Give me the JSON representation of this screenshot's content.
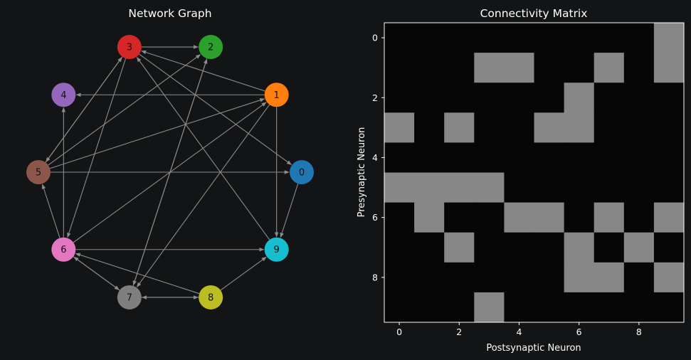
{
  "chart_data": [
    {
      "type": "network",
      "title": "Network Graph",
      "layout": "circular",
      "node_labels": [
        "0",
        "1",
        "2",
        "3",
        "4",
        "5",
        "6",
        "7",
        "8",
        "9"
      ],
      "node_colors": [
        "#1f77b4",
        "#ff7f0e",
        "#2ca02c",
        "#d62728",
        "#9467bd",
        "#8c564b",
        "#e377c2",
        "#7f7f7f",
        "#bcbd22",
        "#17becf"
      ],
      "edge_color": "#8c8c8c",
      "edges": [
        [
          0,
          9
        ],
        [
          1,
          3
        ],
        [
          1,
          4
        ],
        [
          1,
          7
        ],
        [
          1,
          9
        ],
        [
          2,
          7
        ],
        [
          3,
          0
        ],
        [
          3,
          2
        ],
        [
          3,
          5
        ],
        [
          3,
          6
        ],
        [
          5,
          0
        ],
        [
          5,
          1
        ],
        [
          5,
          2
        ],
        [
          5,
          3
        ],
        [
          6,
          1
        ],
        [
          6,
          4
        ],
        [
          6,
          5
        ],
        [
          6,
          7
        ],
        [
          6,
          9
        ],
        [
          7,
          2
        ],
        [
          7,
          6
        ],
        [
          7,
          8
        ],
        [
          8,
          6
        ],
        [
          8,
          7
        ],
        [
          8,
          9
        ],
        [
          9,
          3
        ]
      ]
    },
    {
      "type": "heatmap",
      "title": "Connectivity Matrix",
      "xlabel": "Postsynaptic Neuron",
      "ylabel": "Presynaptic Neuron",
      "xticks": [
        "0",
        "2",
        "4",
        "6",
        "8"
      ],
      "yticks": [
        "0",
        "2",
        "4",
        "6",
        "8"
      ],
      "colors": {
        "0": "#060606",
        "1": "#878787"
      },
      "matrix": [
        [
          0,
          0,
          0,
          0,
          0,
          0,
          0,
          0,
          0,
          1
        ],
        [
          0,
          0,
          0,
          1,
          1,
          0,
          0,
          1,
          0,
          1
        ],
        [
          0,
          0,
          0,
          0,
          0,
          0,
          1,
          0,
          0,
          0
        ],
        [
          1,
          0,
          1,
          0,
          0,
          1,
          1,
          0,
          0,
          0
        ],
        [
          0,
          0,
          0,
          0,
          0,
          0,
          0,
          0,
          0,
          0
        ],
        [
          1,
          1,
          1,
          1,
          0,
          0,
          0,
          0,
          0,
          0
        ],
        [
          0,
          1,
          0,
          0,
          1,
          1,
          0,
          1,
          0,
          1
        ],
        [
          0,
          0,
          1,
          0,
          0,
          0,
          1,
          0,
          1,
          0
        ],
        [
          0,
          0,
          0,
          0,
          0,
          0,
          1,
          1,
          0,
          1
        ],
        [
          0,
          0,
          0,
          1,
          0,
          0,
          0,
          0,
          0,
          0
        ]
      ]
    }
  ]
}
